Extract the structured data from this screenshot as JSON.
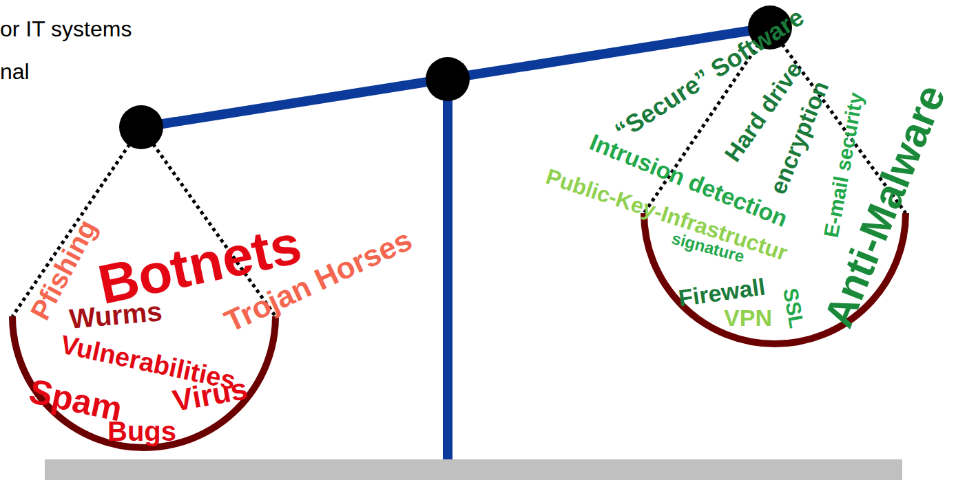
{
  "diagram": {
    "labels": [
      "or IT systems",
      "nal",
      "Pfishing",
      "Botnets",
      "Trojan Horses",
      "Wurms",
      "Vulnerabilities",
      "Spam",
      "Virus",
      "Bugs",
      "“Secure” Software",
      "Hard drive",
      "encryption",
      "E-mail security",
      "Anti-Malware",
      "Intrusion detection",
      "Public-Key-Infrastructur",
      "signature",
      "Firewall",
      "VPN",
      "SSL"
    ]
  }
}
